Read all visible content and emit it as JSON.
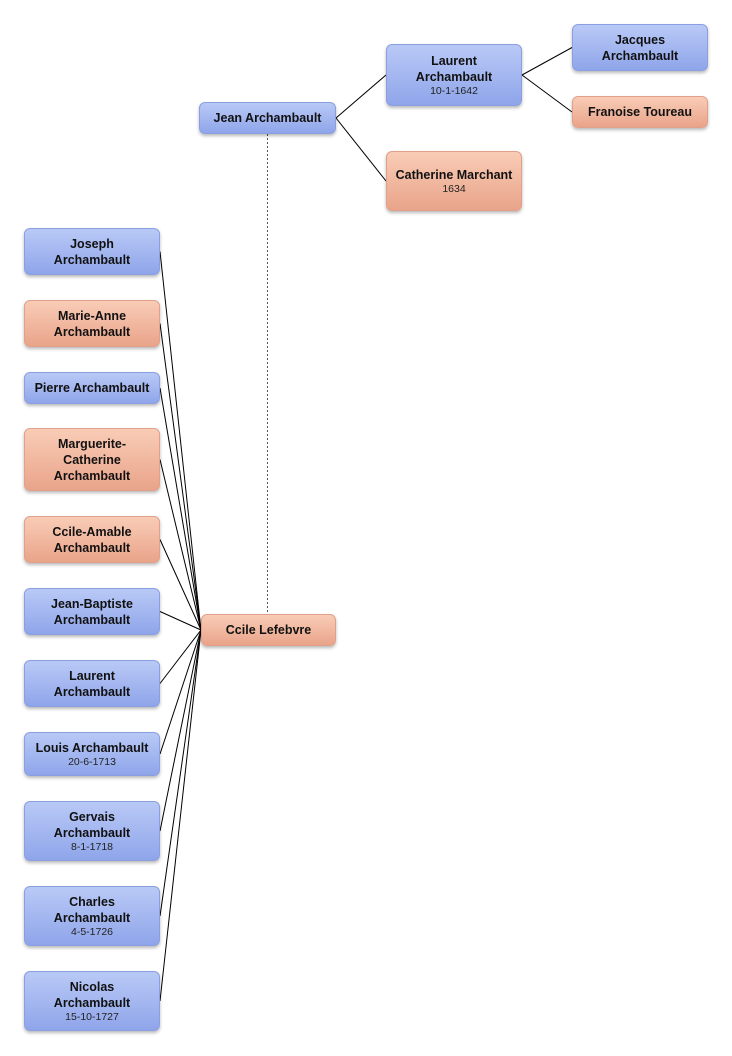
{
  "colors": {
    "male": "#9fb3ef",
    "female": "#f1b79e",
    "connector": "#000000",
    "spouse_link": "#555555"
  },
  "persons": {
    "jean": {
      "name": "Jean Archambault",
      "date": "",
      "sex": "male"
    },
    "laurent_sr": {
      "name": "Laurent Archambault",
      "date": "10-1-1642",
      "sex": "male"
    },
    "catherine": {
      "name": "Catherine Marchant",
      "date": "1634",
      "sex": "female"
    },
    "jacques": {
      "name": "Jacques Archambault",
      "date": "",
      "sex": "male"
    },
    "francoise": {
      "name": "Franoise Toureau",
      "date": "",
      "sex": "female"
    },
    "cecile": {
      "name": "Ccile Lefebvre",
      "date": "",
      "sex": "female"
    },
    "joseph": {
      "name": "Joseph Archambault",
      "date": "",
      "sex": "male"
    },
    "marie_anne": {
      "name": "Marie-Anne Archambault",
      "date": "",
      "sex": "female"
    },
    "pierre": {
      "name": "Pierre Archambault",
      "date": "",
      "sex": "male"
    },
    "marguerite": {
      "name": "Marguerite-Catherine Archambault",
      "date": "",
      "sex": "female"
    },
    "cecile_amable": {
      "name": "Ccile-Amable Archambault",
      "date": "",
      "sex": "female"
    },
    "jean_baptiste": {
      "name": "Jean-Baptiste Archambault",
      "date": "",
      "sex": "male"
    },
    "laurent_jr": {
      "name": "Laurent Archambault",
      "date": "",
      "sex": "male"
    },
    "louis": {
      "name": "Louis Archambault",
      "date": "20-6-1713",
      "sex": "male"
    },
    "gervais": {
      "name": "Gervais Archambault",
      "date": "8-1-1718",
      "sex": "male"
    },
    "charles": {
      "name": "Charles Archambault",
      "date": "4-5-1726",
      "sex": "male"
    },
    "nicolas": {
      "name": "Nicolas Archambault",
      "date": "15-10-1727",
      "sex": "male"
    }
  }
}
